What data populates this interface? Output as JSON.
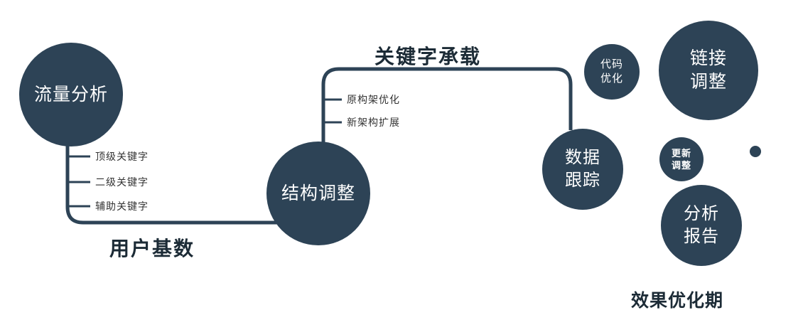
{
  "colors": {
    "node": "#2d4356",
    "line": "#2d4356",
    "heading": "#1c2b36",
    "tick": "#333333"
  },
  "nodes": {
    "traffic": {
      "label": "流量分析"
    },
    "structure": {
      "label": "结构调整"
    },
    "tracking": {
      "label": "数据\n跟踪"
    },
    "code": {
      "label": "代码\n优化"
    },
    "link": {
      "label": "链接\n调整"
    },
    "update": {
      "label": "更新\n调整"
    },
    "report": {
      "label": "分析\n报告"
    }
  },
  "headings": {
    "keyword_carry": "关键字承载",
    "user_base": "用户基数",
    "effect_phase": "效果优化期"
  },
  "ticks": {
    "traffic": [
      "顶级关键字",
      "二级关键字",
      "辅助关键字"
    ],
    "structure": [
      "原构架优化",
      "新架构扩展"
    ]
  }
}
